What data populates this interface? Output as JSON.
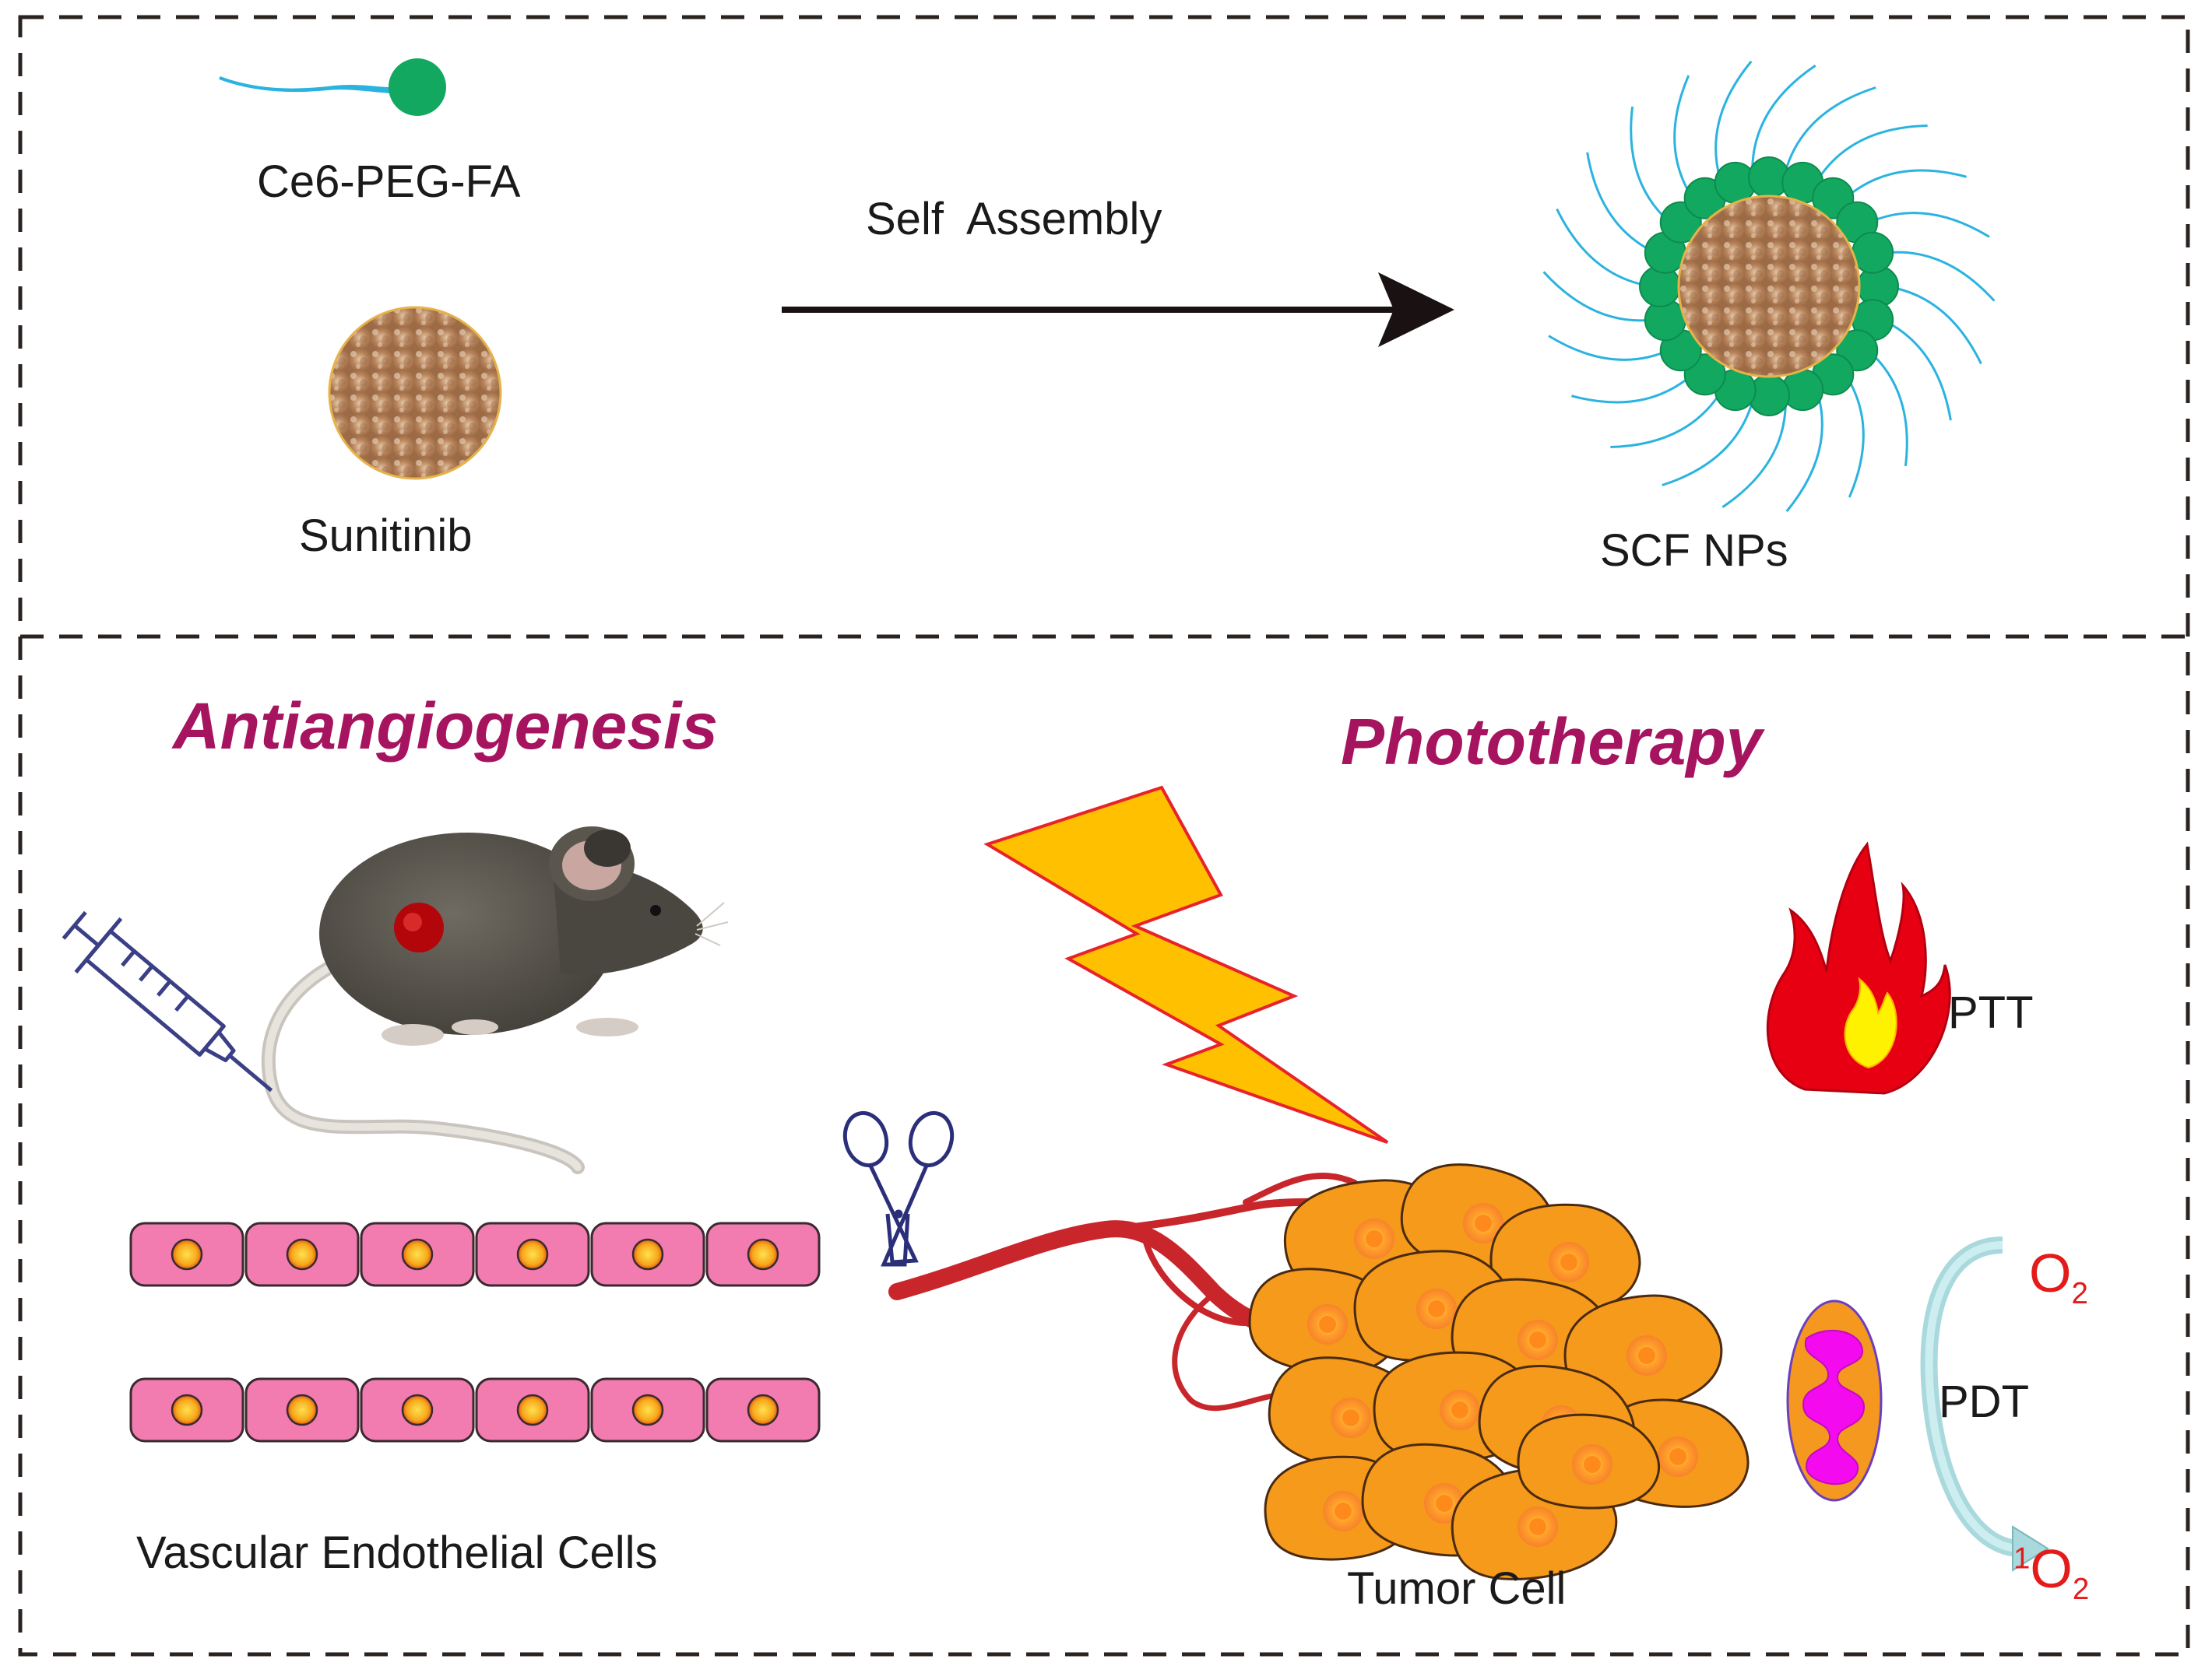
{
  "top_panel": {
    "ce6_label": "Ce6-PEG-FA",
    "sunitinib_label": "Sunitinib",
    "arrow_label": "Self  Assembly",
    "product_label": "SCF NPs"
  },
  "bottom_panel": {
    "left_heading": "Antiangiogenesis",
    "right_heading": "Phototherapy",
    "endothelial_label": "Vascular Endothelial Cells",
    "tumor_label": "Tumor Cell",
    "ptt_label": "PTT",
    "pdt_label": "PDT",
    "oxygen": {
      "main": "O",
      "sub": "2"
    },
    "singlet_oxygen": {
      "sup": "1",
      "main": "O",
      "sub": "2"
    }
  },
  "colors": {
    "heading": "#a6135f",
    "peg_chain": "#2bb3e0",
    "ce6_sphere": "#12a860",
    "sunitinib_core": "#b9865a",
    "endothelial_cell": "#f27bb0",
    "tumor_cell": "#f59a1a",
    "vessel": "#c8262b",
    "lightning": "#ffc000",
    "flame": "#e60012",
    "oxygen_text": "#e31b1b"
  }
}
